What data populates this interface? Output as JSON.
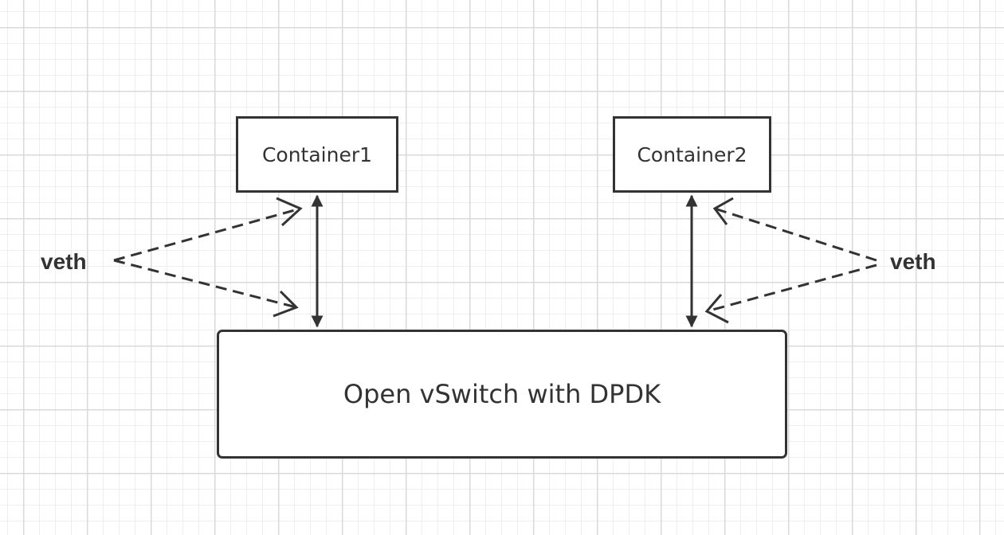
{
  "nodes": {
    "container1": "Container1",
    "container2": "Container2",
    "switch": "Open vSwitch with DPDK"
  },
  "labels": {
    "veth_left": "veth",
    "veth_right": "veth"
  },
  "edges": [
    {
      "from": "Container1",
      "to": "Open vSwitch with DPDK",
      "style": "solid",
      "direction": "bidirectional"
    },
    {
      "from": "Container2",
      "to": "Open vSwitch with DPDK",
      "style": "solid",
      "direction": "bidirectional"
    },
    {
      "from": "veth",
      "to": "Container1",
      "style": "dashed"
    },
    {
      "from": "veth",
      "to": "Open vSwitch with DPDK",
      "style": "dashed"
    },
    {
      "from": "veth",
      "to": "Container2",
      "style": "dashed"
    },
    {
      "from": "veth",
      "to": "Open vSwitch with DPDK",
      "style": "dashed"
    }
  ],
  "colors": {
    "stroke": "#333333",
    "grid": "#d9d9d9",
    "background": "#ffffff"
  }
}
